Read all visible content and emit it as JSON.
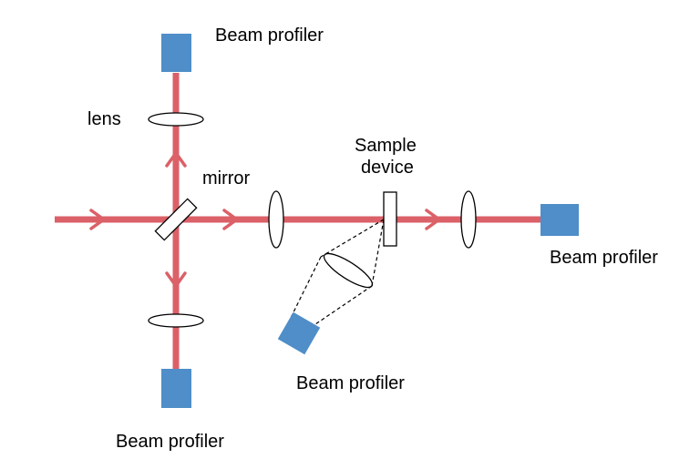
{
  "labels": {
    "profiler_top": "Beam profiler",
    "lens": "lens",
    "mirror": "mirror",
    "sample_line1": "Sample",
    "sample_line2": "device",
    "profiler_right": "Beam profiler",
    "profiler_scatter": "Beam profiler",
    "profiler_bottom": "Beam profiler"
  },
  "colors": {
    "beam": "#db6068",
    "profiler": "#4f8ec8",
    "outline": "#000000"
  }
}
